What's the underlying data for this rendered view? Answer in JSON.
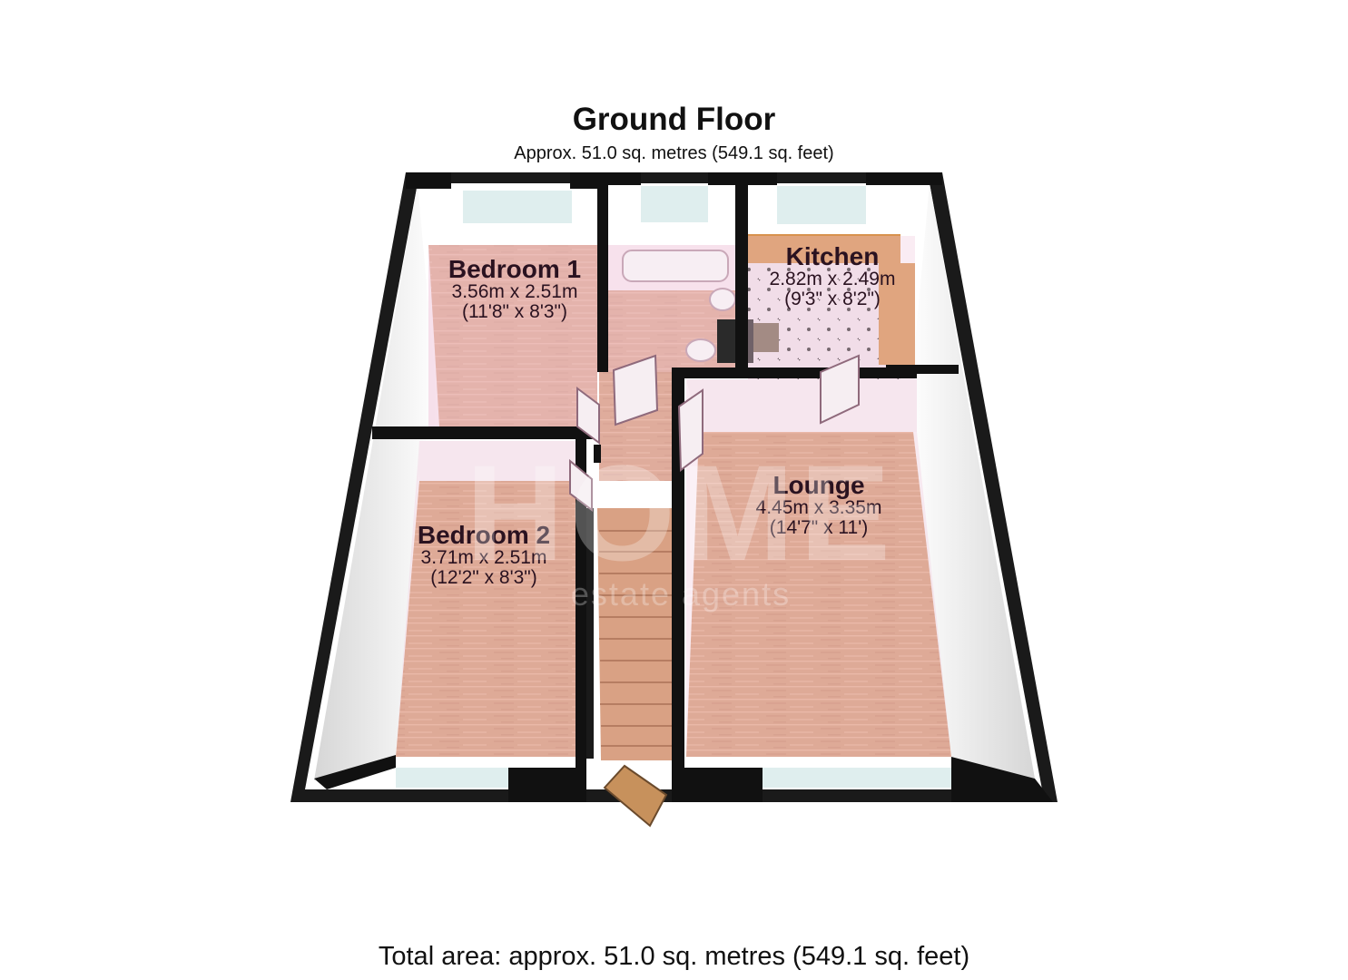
{
  "plan": {
    "floor_title": "Ground Floor",
    "floor_area": "Approx. 51.0 sq. metres (549.1 sq. feet)",
    "total_area": "Total area: approx. 51.0 sq. metres (549.1 sq. feet)"
  },
  "rooms": {
    "bedroom1": {
      "name": "Bedroom 1",
      "metric": "3.56m x 2.51m",
      "imperial": "(11'8\" x 8'3\")"
    },
    "kitchen": {
      "name": "Kitchen",
      "metric": "2.82m x 2.49m",
      "imperial": "(9'3\" x 8'2\")"
    },
    "lounge": {
      "name": "Lounge",
      "metric": "4.45m x 3.35m",
      "imperial": "(14'7\" x 11')"
    },
    "bedroom2": {
      "name": "Bedroom 2",
      "metric": "3.71m x 2.51m",
      "imperial": "(12'2\" x 8'3\")"
    }
  },
  "watermark": {
    "brand": "HOME",
    "tagline": "estate agents"
  },
  "colors": {
    "wall": "#111111",
    "wood_floor": "#d49a72",
    "room_tint": "#f1c8dc",
    "window_glass": "#dfeeee",
    "stairs": "#d9a184"
  }
}
